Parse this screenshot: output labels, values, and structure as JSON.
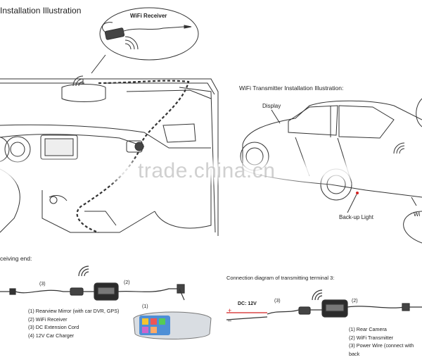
{
  "receiver_install": {
    "title": "Installation Illustration",
    "bubble_label": "WiFi Receiver"
  },
  "transmitter_install": {
    "title": "WiFi Transmitter Installation Illustration:",
    "display_label": "Display",
    "backup_label": "Back-up Light",
    "cut_label": "Wi"
  },
  "watermark": "trade.china.cn",
  "receiving_diagram": {
    "title": "ceiving end:",
    "marker_1": "(1)",
    "marker_2": "(2)",
    "marker_3": "(3)",
    "legend": [
      "(1) Rearview Mirror (with car DVR, GPS)",
      "(2) WiFi Receiver",
      "(3) DC Extension Cord",
      "(4) 12V Car Charger"
    ]
  },
  "transmitting_diagram": {
    "title": "Connection diagram of transmitting terminal 3:",
    "dc_label": "DC: 12V",
    "plus": "+",
    "minus": "–",
    "marker_2": "(2)",
    "marker_3": "(3)",
    "legend": [
      "(1) Rear Camera",
      "(2) WiFi Transmitter",
      "(3) Power Wire (connect with back"
    ]
  },
  "colors": {
    "line": "#333333",
    "accent_red": "#d22222",
    "wifi": "#555555"
  }
}
